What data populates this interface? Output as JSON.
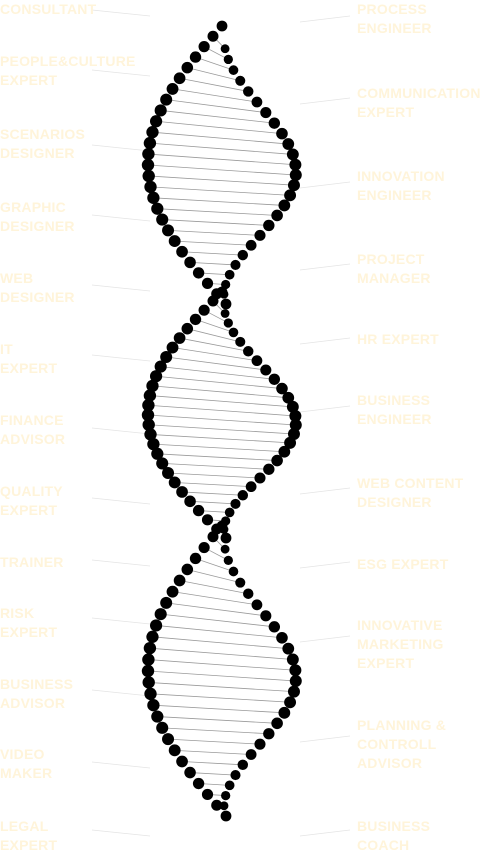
{
  "diagram": {
    "label_color": "#FFF4DA",
    "dot_color": "#000000",
    "rung_color": "#9A9A9A",
    "leader_color": "#E4E4E4"
  },
  "labels": {
    "left": [
      "CONSULTANT",
      "PEOPLE&CULTURE\nEXPERT",
      "SCENARIOS\nDESIGNER",
      "GRAPHIC\nDESIGNER",
      "WEB\nDESIGNER",
      "IT\nEXPERT",
      "FINANCE\nADVISOR",
      "QUALITY\nEXPERT",
      "TRAINER",
      "RISK\nEXPERT",
      "BUSINESS\nADVISOR",
      "VIDEO\nMAKER",
      "LEGAL\nEXPERT"
    ],
    "right": [
      "PROCESS\nENGINEER",
      "COMMUNICATION\nEXPERT",
      "INNOVATION\nENGINEER",
      "PROJECT\nMANAGER",
      "HR EXPERT",
      "BUSINESS\nENGINEER",
      "WEB CONTENT\nDESIGNER",
      "ESG EXPERT",
      "INNOVATIVE\nMARKETING\nEXPERT",
      "PLANNING &\nCONTROLL\nADVISOR",
      "BUSINESS\nCOACH"
    ]
  }
}
